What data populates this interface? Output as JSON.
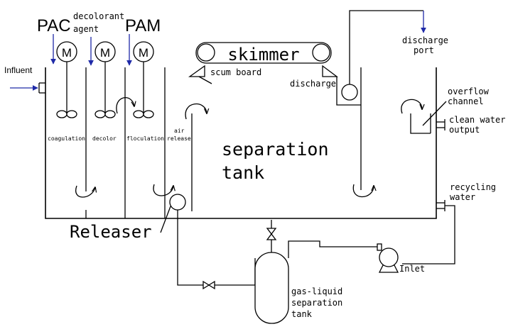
{
  "labels": {
    "pac": "PAC",
    "decolorant": "decolorant",
    "agent": "agent",
    "pam": "PAM",
    "motor": "M",
    "skimmer": "skimmer",
    "scum_board": "scum board",
    "discharge": "discharge",
    "discharge_port_1": "discharge",
    "discharge_port_2": "port",
    "influent": "Influent",
    "overflow_1": "overflow",
    "overflow_2": "channel",
    "clean_water_1": "clean water",
    "clean_water_2": "output",
    "coagulation": "coagulation",
    "decolor": "decolor",
    "floculation": "floculation",
    "air_release_1": "air",
    "air_release_2": "release",
    "separation_1": "separation",
    "separation_2": "tank",
    "recycling_1": "recycling",
    "recycling_2": "water",
    "releaser": "Releaser",
    "inlet": "Inlet",
    "gas_liquid_1": "gas-liquid",
    "gas_liquid_2": "separation",
    "gas_liquid_3": "tank"
  },
  "colors": {
    "line": "#000000",
    "feed_arrow": "#1f2aa8",
    "background": "#ffffff"
  }
}
